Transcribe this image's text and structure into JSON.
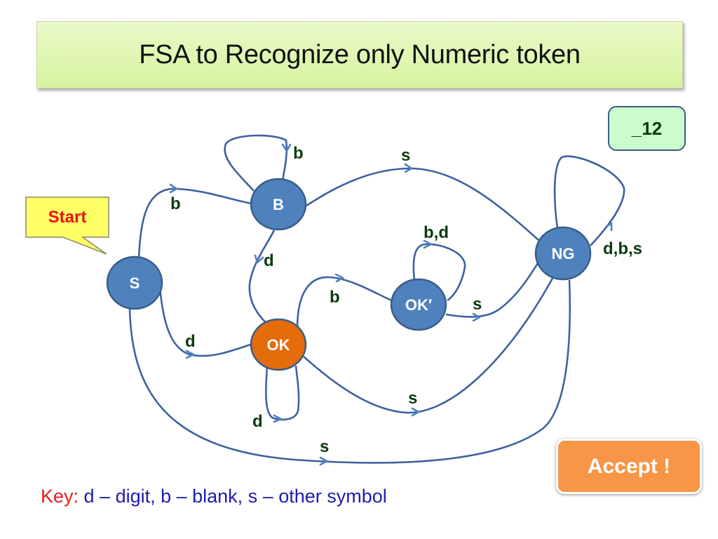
{
  "slide": {
    "title": "FSA to Recognize only Numeric token",
    "input_token": "_12",
    "result_label": "Accept !",
    "start_callout": "Start",
    "key": {
      "label": "Key:",
      "description": " d – digit, b – blank, s – other symbol"
    }
  },
  "colors": {
    "node_fill": "#4f81bd",
    "node_accept_fill": "#e46c0a",
    "edge": "#3e62a0",
    "edge_label": "#0c3b10",
    "title_bg": "#d6f4a0",
    "input_bg": "#ccfccc",
    "accept_bg": "#f79646",
    "callout_bg": "#ffff66",
    "callout_text": "#ee1111"
  },
  "states": [
    {
      "id": "S",
      "label": "S",
      "role": "start",
      "highlighted": false
    },
    {
      "id": "B",
      "label": "B",
      "role": "normal",
      "highlighted": false
    },
    {
      "id": "OK",
      "label": "OK",
      "role": "accept",
      "highlighted": true
    },
    {
      "id": "OKp",
      "label": "OK′",
      "role": "normal",
      "highlighted": false
    },
    {
      "id": "NG",
      "label": "NG",
      "role": "reject",
      "highlighted": false
    }
  ],
  "transitions": [
    {
      "from": "S",
      "to": "B",
      "label": "b"
    },
    {
      "from": "B",
      "to": "B",
      "label": "b"
    },
    {
      "from": "B",
      "to": "NG",
      "label": "s"
    },
    {
      "from": "B",
      "to": "OK",
      "label": "d"
    },
    {
      "from": "S",
      "to": "OK",
      "label": "d"
    },
    {
      "from": "OK",
      "to": "OK",
      "label": "d"
    },
    {
      "from": "OK",
      "to": "OKp",
      "label": "b"
    },
    {
      "from": "OKp",
      "to": "OKp",
      "label": "b,d"
    },
    {
      "from": "OKp",
      "to": "NG",
      "label": "s"
    },
    {
      "from": "OK",
      "to": "NG",
      "label": "s"
    },
    {
      "from": "S",
      "to": "NG",
      "label": "s"
    },
    {
      "from": "NG",
      "to": "NG",
      "label": "d,b,s"
    }
  ]
}
